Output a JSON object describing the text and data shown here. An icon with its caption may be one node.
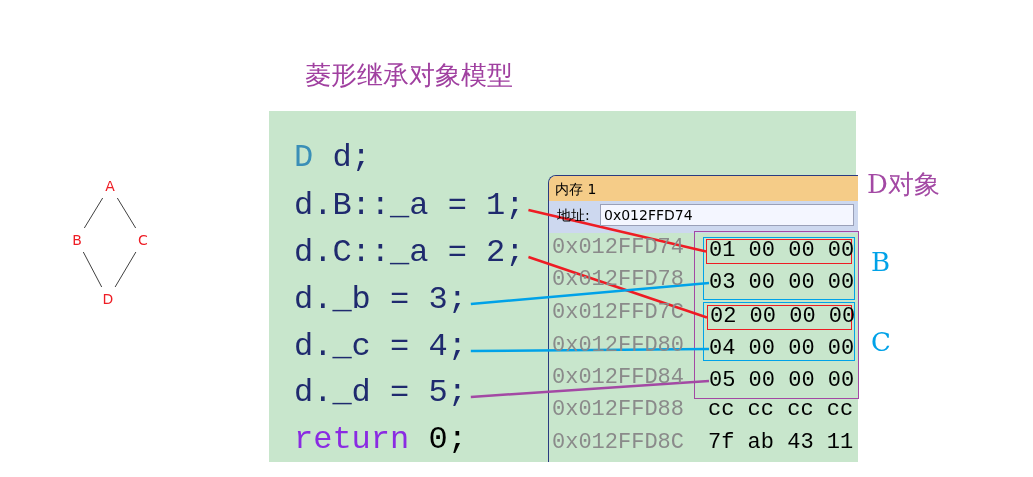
{
  "diagram": {
    "title": "菱形继承对象模型",
    "nodes": [
      {
        "text": [
          "A"
        ]
      },
      {
        "text": [
          "B"
        ]
      },
      {
        "text": [
          "C"
        ]
      },
      {
        "text": [
          "D"
        ]
      },
      {
        "text": [
          "d.B::_a = 1;"
        ]
      },
      {
        "text": [
          "d.C::_a = 2;"
        ]
      },
      {
        "text": [
          "d._b = 3;"
        ]
      },
      {
        "text": [
          "d._c = 4;"
        ]
      },
      {
        "text": [
          "d._d = 5;"
        ]
      },
      {
        "text": [
          "内存 1"
        ]
      },
      {
        "text": [
          "D对象"
        ],
        "in": 9
      },
      {
        "text": [
          "B"
        ],
        "in": 10
      },
      {
        "text": [
          "01 00 00 00"
        ],
        "in": 11
      },
      {
        "text": [
          "03 00 00 00"
        ],
        "in": 11
      },
      {
        "text": [
          "C"
        ],
        "in": 10
      },
      {
        "text": [
          "02 00 00 00"
        ],
        "in": 14
      },
      {
        "text": [
          "04 00 00 00"
        ],
        "in": 14
      },
      {
        "text": [
          "05 00 00 00"
        ],
        "in": 10
      }
    ],
    "edges": [
      {
        "from": 0,
        "to": 1,
        "arrow": "none"
      },
      {
        "from": 0,
        "to": 2,
        "arrow": "none"
      },
      {
        "from": 1,
        "to": 3,
        "arrow": "none"
      },
      {
        "from": 2,
        "to": 3,
        "arrow": "none"
      },
      {
        "from": 4,
        "to": 12,
        "arrow": "none",
        "color": "#ee1c24"
      },
      {
        "from": 5,
        "to": 15,
        "arrow": "none",
        "color": "#ee1c24"
      },
      {
        "from": 6,
        "to": 13,
        "arrow": "none",
        "color": "#00a2e8"
      },
      {
        "from": 7,
        "to": 16,
        "arrow": "none",
        "color": "#00a2e8"
      },
      {
        "from": 8,
        "to": 17,
        "arrow": "none",
        "color": "#a349a4"
      }
    ],
    "labels": [
      "D d;",
      "return 0;",
      "地址:",
      "0x012FFD74",
      "0x012FFD74",
      "0x012FFD78",
      "0x012FFD7C",
      "0x012FFD80",
      "0x012FFD84",
      "0x012FFD88",
      "cc cc cc cc",
      "0x012FFD8C",
      "7f ab 43 11"
    ]
  }
}
